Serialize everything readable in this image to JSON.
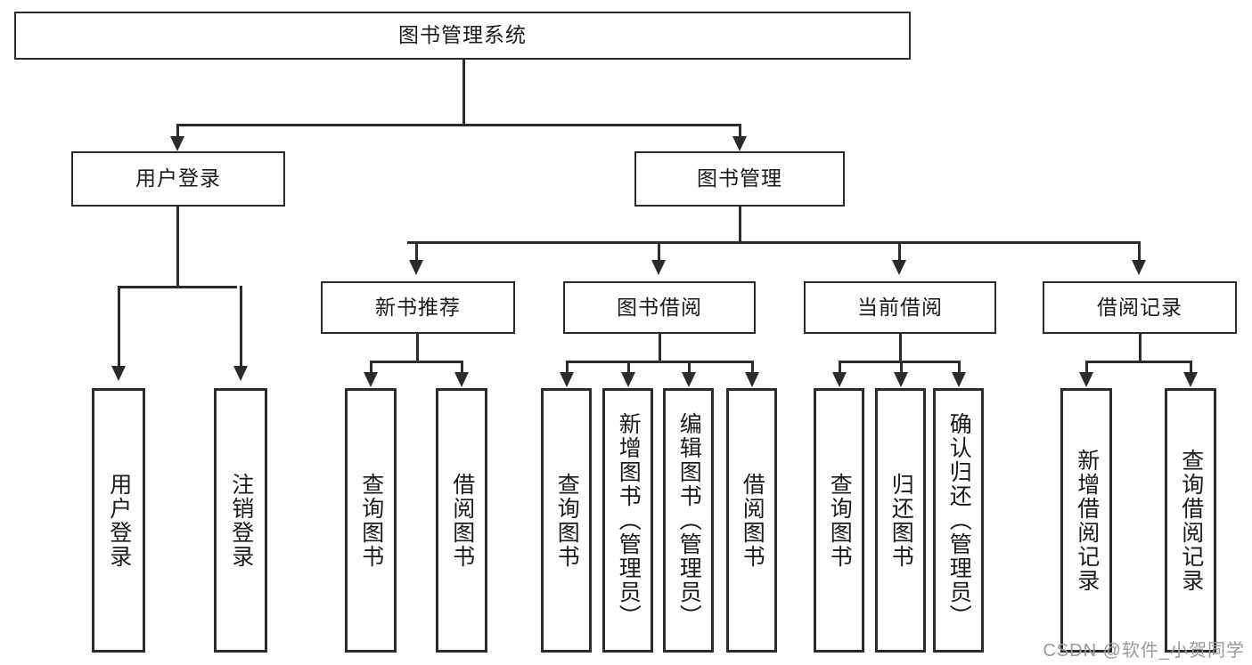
{
  "diagram": {
    "type": "tree-hierarchy",
    "title": "图书管理系统",
    "root": {
      "label": "图书管理系统"
    },
    "level2": [
      {
        "label": "用户登录"
      },
      {
        "label": "图书管理"
      }
    ],
    "level3": [
      {
        "label": "新书推荐"
      },
      {
        "label": "图书借阅"
      },
      {
        "label": "当前借阅"
      },
      {
        "label": "借阅记录"
      }
    ],
    "leaves": {
      "user_login": [
        {
          "label": "用户登录"
        },
        {
          "label": "注销登录"
        }
      ],
      "new_book_recommend": [
        {
          "label": "查询图书"
        },
        {
          "label": "借阅图书"
        }
      ],
      "book_borrow": [
        {
          "label": "查询图书"
        },
        {
          "label": "新增图书（管理员）"
        },
        {
          "label": "编辑图书（管理员）"
        },
        {
          "label": "借阅图书"
        }
      ],
      "current_borrow": [
        {
          "label": "查询图书"
        },
        {
          "label": "归还图书"
        },
        {
          "label": "确认归还（管理员）"
        }
      ],
      "borrow_record": [
        {
          "label": "新增借阅记录"
        },
        {
          "label": "查询借阅记录"
        }
      ]
    }
  },
  "watermark": {
    "text": "CSDN @软件_小贺同学"
  },
  "colors": {
    "stroke": "#2b2b2b",
    "text": "#1a1a1a",
    "background": "#ffffff",
    "watermark": "#9a9a9a"
  }
}
